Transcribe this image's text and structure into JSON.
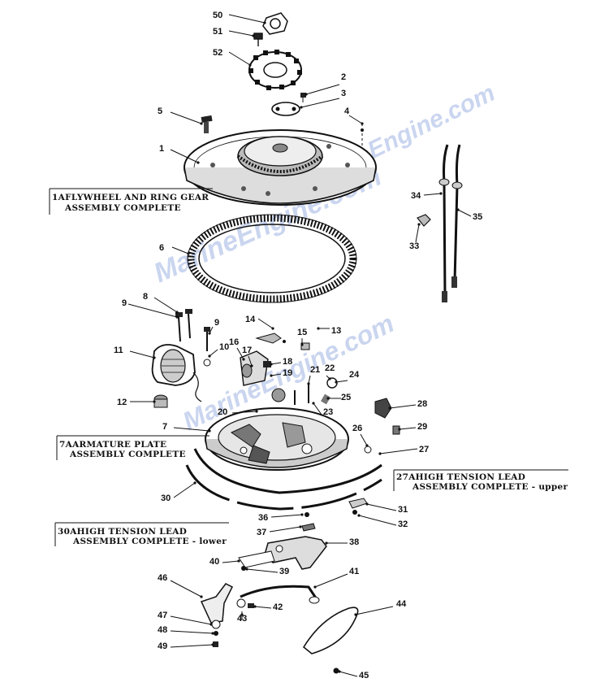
{
  "watermark": [
    "MarineEngine.com",
    "MarineEngine.com",
    "MarineEngine.com"
  ],
  "assembly_captions": {
    "flywheel": {
      "ref": "1A",
      "line1": "FLYWHEEL AND RING GEAR",
      "line2": "ASSEMBLY COMPLETE"
    },
    "armature": {
      "ref": "7A",
      "line1": "ARMATURE PLATE",
      "line2": "ASSEMBLY COMPLETE"
    },
    "lead_upper": {
      "ref": "27A",
      "line1": "HIGH TENSION LEAD",
      "line2": "ASSEMBLY COMPLETE - upper"
    },
    "lead_lower": {
      "ref": "30A",
      "line1": "HIGH TENSION LEAD",
      "line2": "ASSEMBLY COMPLETE - lower"
    }
  },
  "callouts": [
    "50",
    "51",
    "52",
    "2",
    "3",
    "4",
    "5",
    "1",
    "34",
    "35",
    "33",
    "6",
    "8",
    "9",
    "9",
    "14",
    "13",
    "15",
    "16",
    "17",
    "10",
    "11",
    "18",
    "19",
    "21",
    "22",
    "24",
    "25",
    "12",
    "20",
    "23",
    "28",
    "29",
    "7",
    "26",
    "27",
    "30",
    "31",
    "32",
    "36",
    "37",
    "38",
    "40",
    "39",
    "41",
    "46",
    "42",
    "43",
    "44",
    "47",
    "48",
    "49",
    "45"
  ]
}
